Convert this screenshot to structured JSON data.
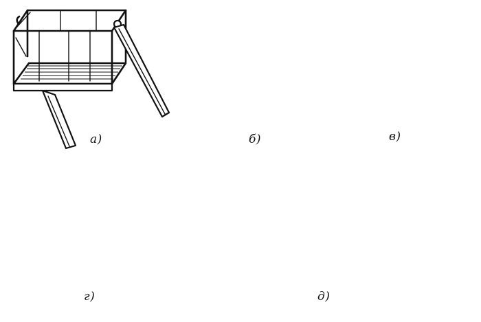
{
  "labels": {
    "a": "а)",
    "b": "б)",
    "v": "в)",
    "g": "г)",
    "d": "д)"
  }
}
